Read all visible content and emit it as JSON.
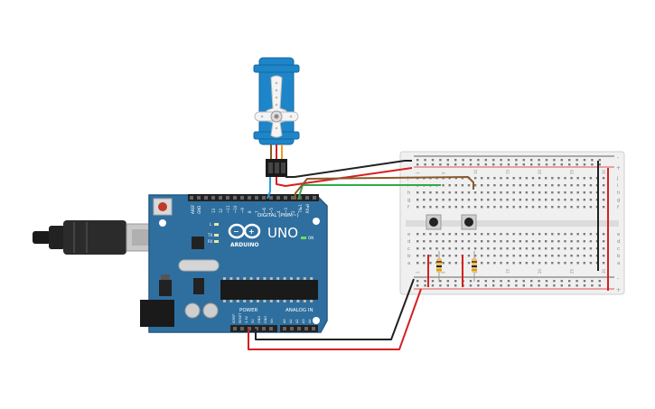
{
  "arduino": {
    "model": "UNO",
    "brand": "ARDUINO",
    "digital_header_label": "DIGITAL (PWM~)",
    "power_label": "POWER",
    "analog_label": "ANALOG IN",
    "on_label": "ON",
    "tx_label": "TX",
    "rx_label": "RX",
    "l_label": "L",
    "aref_label": "AREF",
    "gnd_label": "GND",
    "digital_pins": [
      "13",
      "12",
      "~11",
      "~10",
      "~9",
      "8",
      "7",
      "~6",
      "~5",
      "4",
      "~3",
      "2",
      "TX▸1",
      "RX◂0"
    ],
    "power_pins": [
      "IOREF",
      "RESET",
      "3.3V",
      "5V",
      "GND",
      "GND",
      "Vin"
    ],
    "analog_pins": [
      "A0",
      "A1",
      "A2",
      "A3",
      "A4",
      "A5"
    ]
  },
  "breadboard": {
    "row_letters_top": [
      "j",
      "i",
      "h",
      "g",
      "f"
    ],
    "row_letters_bottom": [
      "e",
      "d",
      "c",
      "b",
      "a"
    ],
    "column_numbers": [
      "1",
      "5",
      "10",
      "15",
      "20",
      "25",
      "30"
    ],
    "rail_plus": "+",
    "rail_minus": "-"
  },
  "colors": {
    "board": "#2f6f9f",
    "servo": "#1e86c8",
    "wire_black": "#222222",
    "wire_red": "#d42020",
    "wire_green": "#2faa4a",
    "wire_brown": "#8a5a2b",
    "wire_blue": "#2a9de0"
  }
}
